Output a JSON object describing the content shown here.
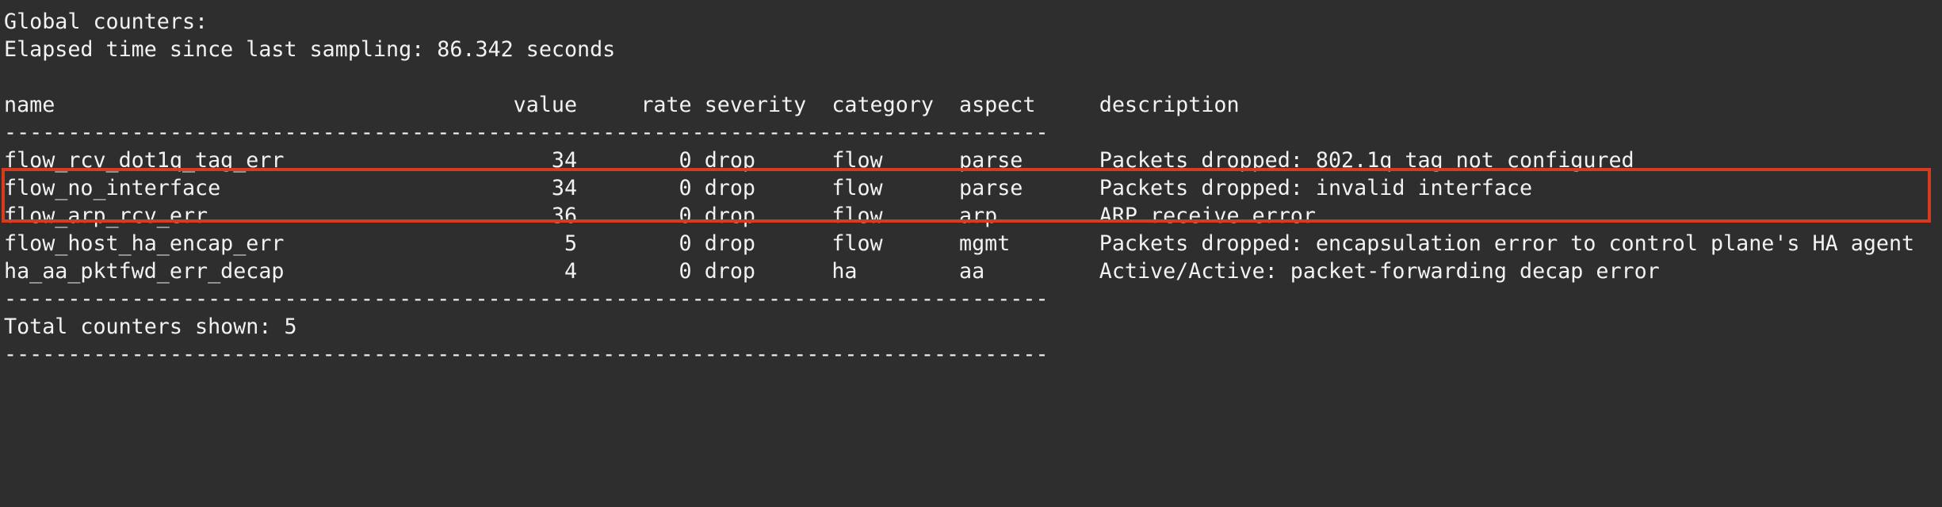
{
  "colors": {
    "background": "#2e2e2e",
    "text": "#f2f2f2",
    "highlight_border": "#d63c20"
  },
  "header": {
    "title": "Global counters:",
    "elapsed_line": "Elapsed time since last sampling: 86.342 seconds"
  },
  "table": {
    "columns": [
      "name",
      "value",
      "rate",
      "severity",
      "category",
      "aspect",
      "description"
    ],
    "separator": "----------------------------------------------------------------------------------",
    "rows": [
      {
        "name": "flow_rcv_dot1q_tag_err",
        "value": 34,
        "rate": 0,
        "severity": "drop",
        "category": "flow",
        "aspect": "parse",
        "description": "Packets dropped: 802.1q tag not configured",
        "highlighted": false
      },
      {
        "name": "flow_no_interface",
        "value": 34,
        "rate": 0,
        "severity": "drop",
        "category": "flow",
        "aspect": "parse",
        "description": "Packets dropped: invalid interface",
        "highlighted": true
      },
      {
        "name": "flow_arp_rcv_err",
        "value": 36,
        "rate": 0,
        "severity": "drop",
        "category": "flow",
        "aspect": "arp",
        "description": "ARP receive error",
        "highlighted": true
      },
      {
        "name": "flow_host_ha_encap_err",
        "value": 5,
        "rate": 0,
        "severity": "drop",
        "category": "flow",
        "aspect": "mgmt",
        "description": "Packets dropped: encapsulation error to control plane's HA agent",
        "highlighted": false
      },
      {
        "name": "ha_aa_pktfwd_err_decap",
        "value": 4,
        "rate": 0,
        "severity": "drop",
        "category": "ha",
        "aspect": "aa",
        "description": "Active/Active: packet-forwarding decap error",
        "highlighted": false
      }
    ]
  },
  "footer": {
    "total_line": "Total counters shown: 5"
  }
}
